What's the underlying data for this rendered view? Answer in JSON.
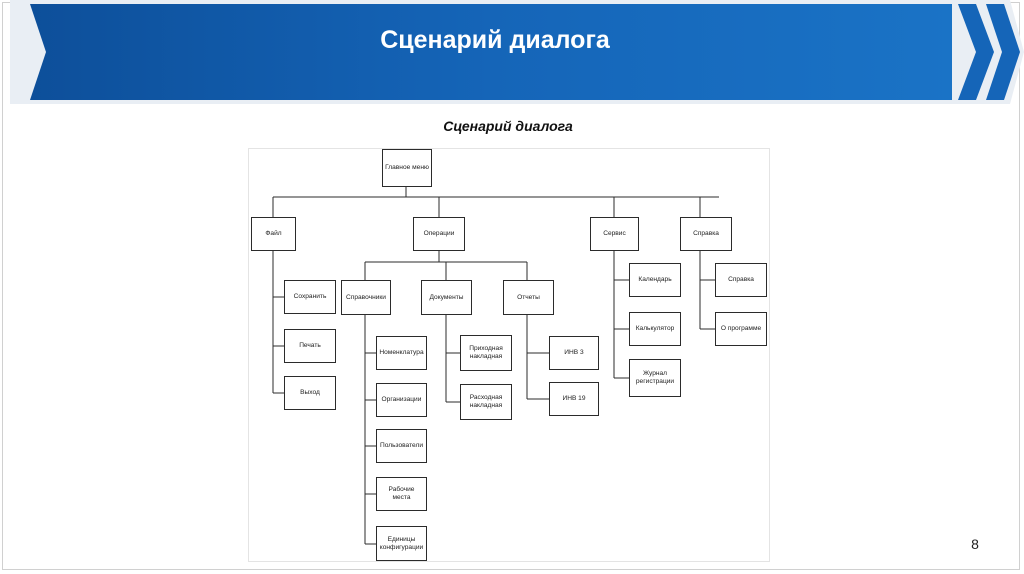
{
  "slide": {
    "title": "Сценарий диалога",
    "diagram_heading": "Сценарий диалога",
    "page_number": "8"
  },
  "colors": {
    "header_blue": "#1565b8",
    "header_blue_dark": "#0d4f9a",
    "chevron_light": "#e9eef4",
    "line": "#2b2b2b"
  },
  "tree": {
    "root": "Главное меню",
    "menus": [
      {
        "label": "Файл",
        "items": [
          "Сохранить",
          "Печать",
          "Выход"
        ]
      },
      {
        "label": "Операции",
        "groups": [
          {
            "label": "Справочники",
            "items": [
              "Номенклатура",
              "Организации",
              "Пользователи",
              "Рабочие места",
              "Единицы конфигурации"
            ]
          },
          {
            "label": "Документы",
            "items": [
              "Приходная накладная",
              "Расходная накладная"
            ]
          },
          {
            "label": "Отчеты",
            "items": [
              "ИНВ 3",
              "ИНВ 19"
            ]
          }
        ]
      },
      {
        "label": "Сервис",
        "items": [
          "Календарь",
          "Калькулятор",
          "Журнал регистрации"
        ]
      },
      {
        "label": "Справка",
        "items": [
          "Справка",
          "О программе"
        ]
      }
    ]
  }
}
